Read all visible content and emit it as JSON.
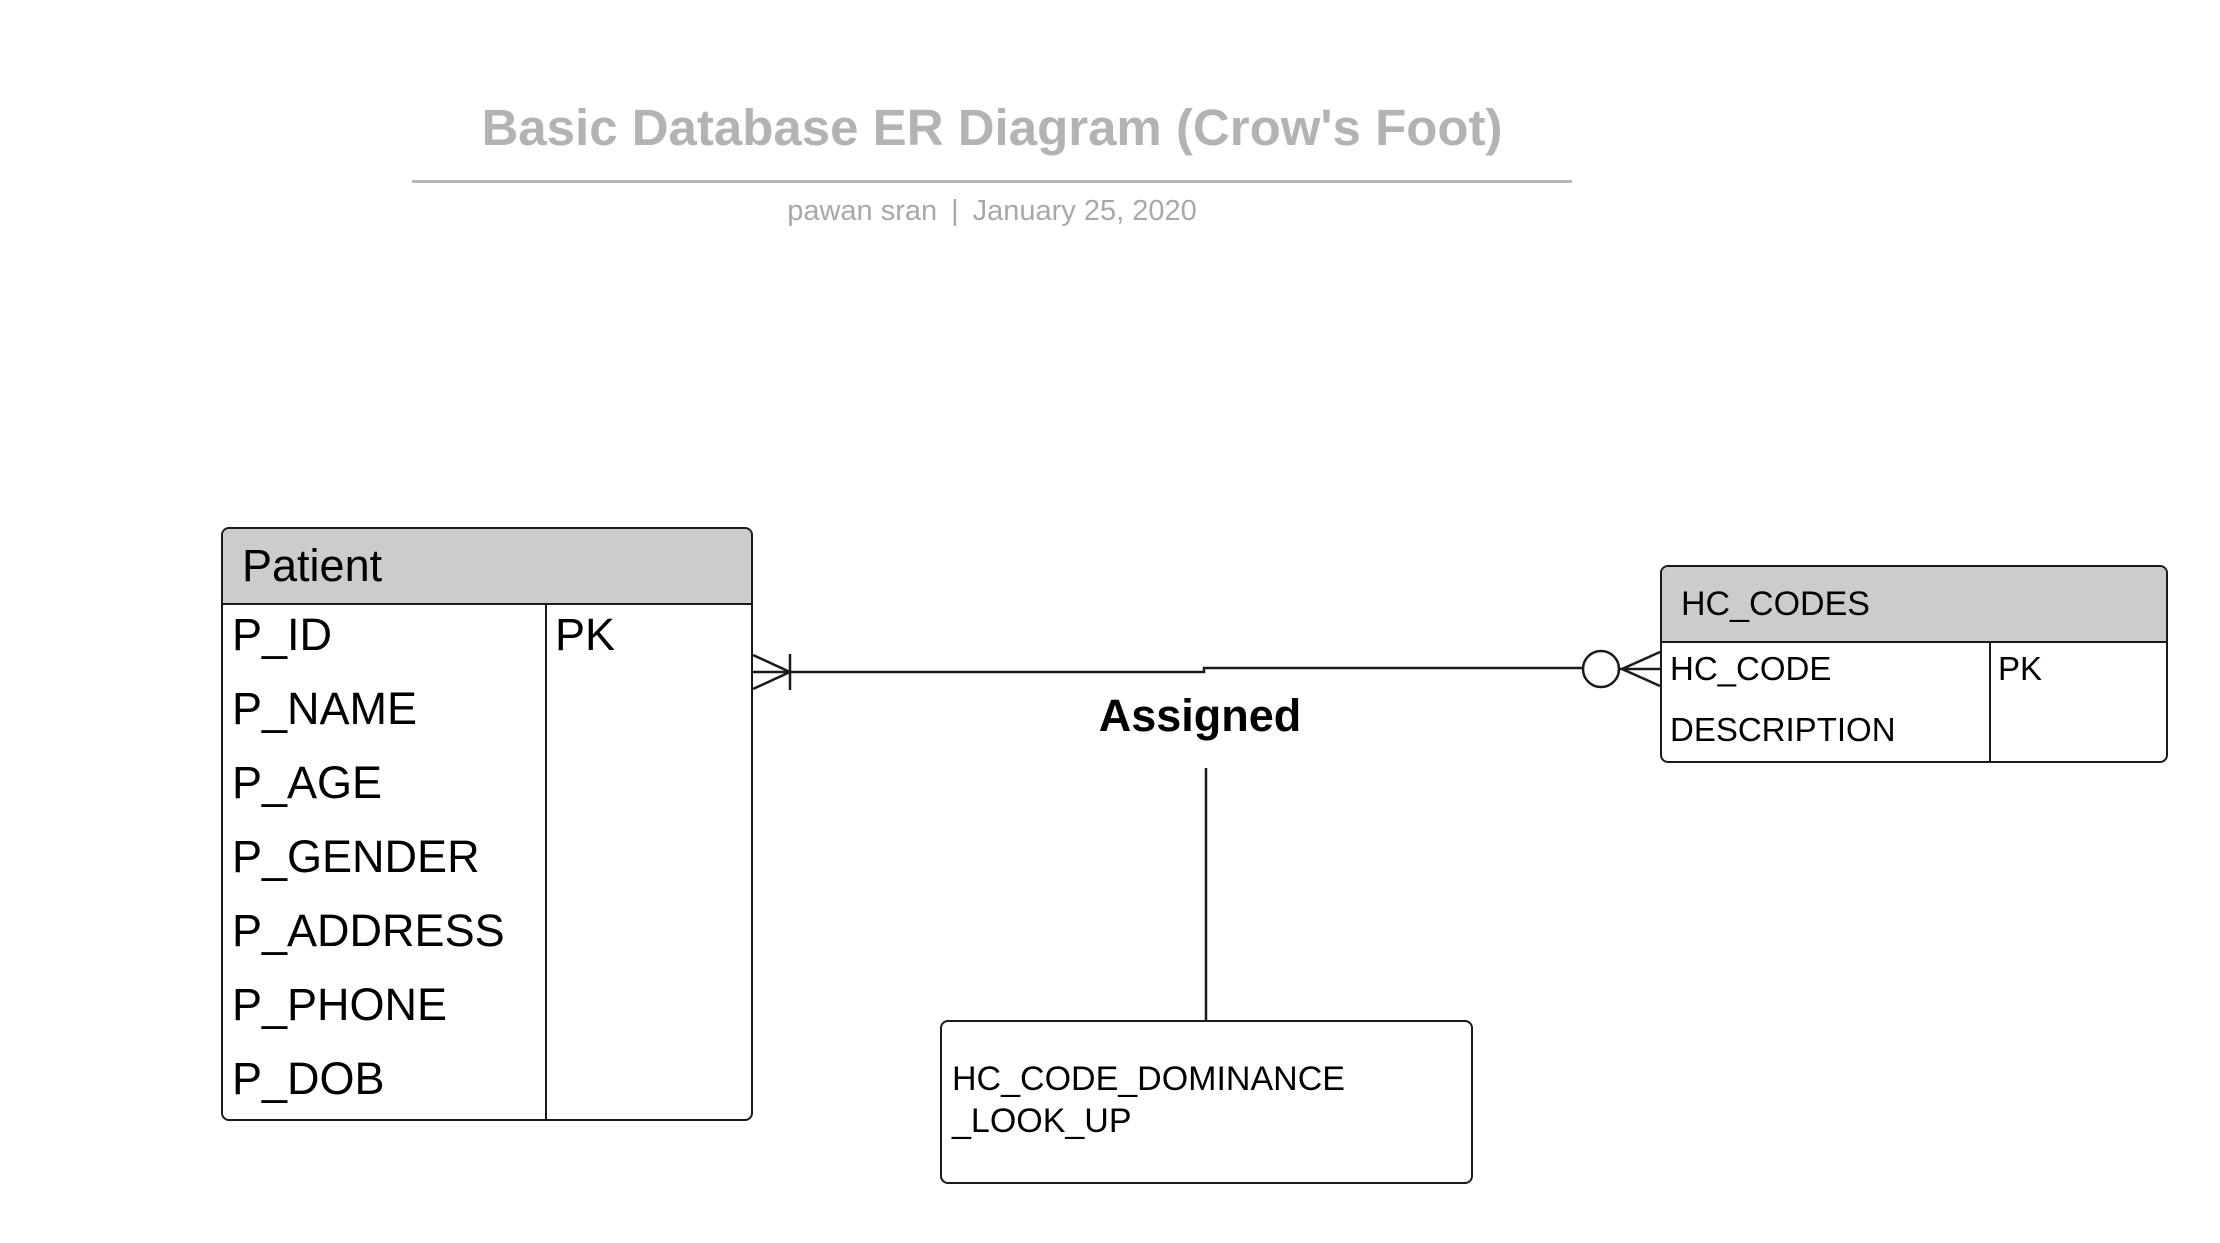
{
  "header": {
    "title": "Basic Database ER Diagram (Crow's Foot)",
    "author": "pawan sran",
    "separator": "|",
    "date": "January 25, 2020"
  },
  "entities": {
    "patient": {
      "name": "Patient",
      "attributes": [
        "P_ID",
        "P_NAME",
        "P_AGE",
        "P_GENDER",
        "P_ADDRESS",
        "P_PHONE",
        "P_DOB"
      ],
      "keys": [
        "PK"
      ]
    },
    "hc_codes": {
      "name": "HC_CODES",
      "attributes": [
        "HC_CODE",
        "DESCRIPTION"
      ],
      "keys": [
        "PK"
      ]
    },
    "lookup": {
      "line1": "HC_CODE_DOMINANCE",
      "line2": "_LOOK_UP"
    }
  },
  "relationship": {
    "label": "Assigned",
    "patient_end": "one-or-many",
    "hc_codes_end": "zero-or-many"
  },
  "colors": {
    "header_fill": "#cccccc",
    "title_text": "#b3b3b3",
    "line": "#1a1a1a"
  }
}
